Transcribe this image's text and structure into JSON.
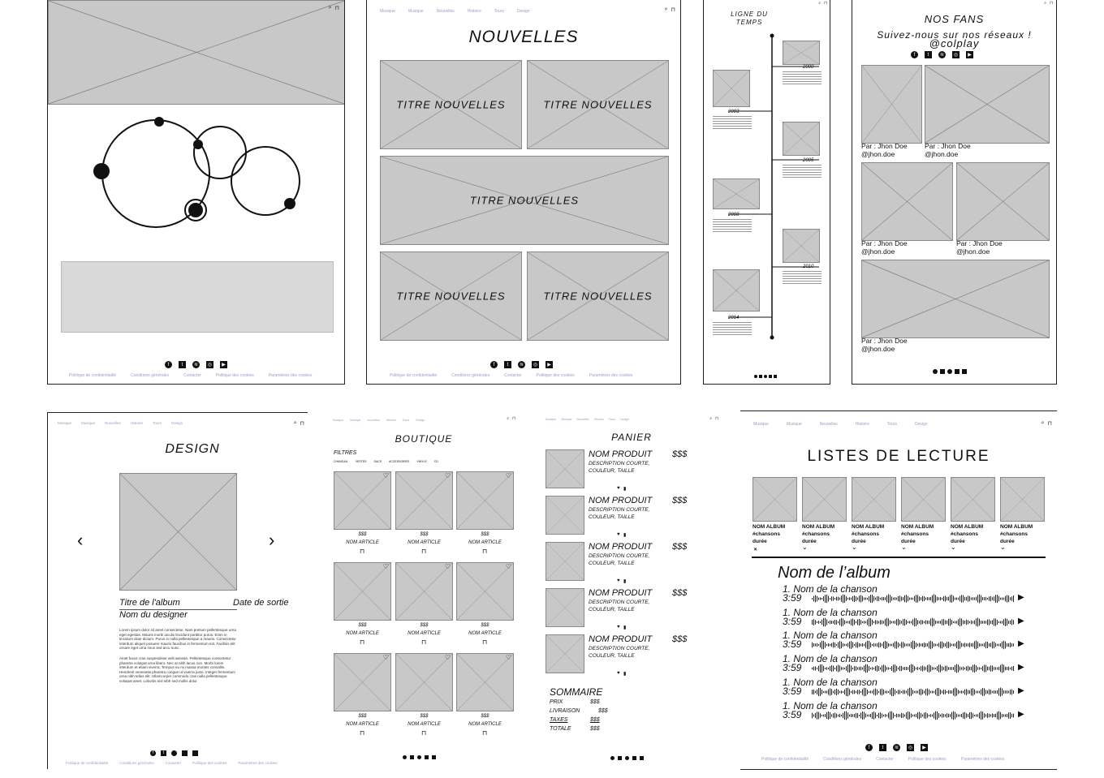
{
  "nav": {
    "items": [
      "Musique",
      "Musique",
      "Nouvelles",
      "Histoire",
      "Tours",
      "Design"
    ]
  },
  "footer": {
    "links": [
      "Politique de confidentialité",
      "Conditions générales",
      "Contacter",
      "Politique des cookies",
      "Paramètres des cookies"
    ]
  },
  "icons": {
    "search": "search-icon",
    "cart": "bag-icon",
    "social": [
      "facebook-icon",
      "twitter-icon",
      "spotify-icon",
      "instagram-icon",
      "youtube-icon"
    ]
  },
  "news": {
    "title": "NOUVELLES",
    "cards": [
      "TITRE NOUVELLES",
      "TITRE NOUVELLES",
      "TITRE NOUVELLES",
      "TITRE NOUVELLES",
      "TITRE NOUVELLES"
    ]
  },
  "timeline": {
    "title": "LIGNE DU TEMPS",
    "years": [
      "2000",
      "2003",
      "2005",
      "2008",
      "2010",
      "2014"
    ]
  },
  "fans": {
    "title": "NOS FANS",
    "subtitle": "Suivez-nous sur nos réseaux !",
    "handle": "@colplay",
    "by": "Par : Jhon Doe",
    "user": "@jhon.doe"
  },
  "design": {
    "title": "DESIGN",
    "album_title": "Titre de l'album",
    "release_date": "Date de sortie",
    "designer": "Nom du designer",
    "body1": "Lorem ipsum dolor sit amet consectetur. Nam pretium pellentesque urna eget egestas. Mauris morbi iaculis tincidunt porttitor purus. Enim in tincidunt vitae dictum. Purus in nulla pellentesque a mauris. Consectetur interdum aliquet posuere mauris faucibus in fermentum est. Facilisis elit ornare eget urna risus sed arcu nunc.",
    "body2": "Amet fusce cras suspendisse velit aenean. Pellentesque consectetur pharetra volutpat urna libero. Nec at nibh lacus non. Morbi lorem interdum et etiam viverra. Tempus eu mi massa montes convallis. Hendrerit venenatis pharetra congue ut viverra justo. Integer fermentum urna nibh tellus elit. Ullamcorper commodo cras nulla pellentesque volutpat amet. Lobortis nisl nibh sed mollis dolor."
  },
  "shop": {
    "title": "BOUTIQUE",
    "filters_label": "FILTRES",
    "filters": [
      "CHANDAIL",
      "VESTES",
      "SACS",
      "ACCESSOIRES",
      "VINYLE",
      "CD"
    ],
    "price": "$$$",
    "item_name": "NOM ARTICLE"
  },
  "cart": {
    "title": "PANIER",
    "product_name": "NOM PRODUIT",
    "price": "$$$",
    "desc1": "DESCRIPTION COURTE,",
    "desc2": "COULEUR, TAILLE",
    "summary_title": "SOMMAIRE",
    "summary": [
      {
        "label": "PRIX",
        "value": "$$$"
      },
      {
        "label": "LIVRAISON",
        "value": "$$$"
      },
      {
        "label": "TAXES",
        "value": "$$$"
      },
      {
        "label": "TOTALE",
        "value": "$$$"
      }
    ]
  },
  "playlists": {
    "title": "LISTES DE LECTURE",
    "album_name": "NOM ALBUM",
    "songs_count": "#chansons",
    "duration": "durée",
    "album_heading": "Nom de l’album",
    "song": "1. Nom de la chanson",
    "time": "3:59"
  }
}
